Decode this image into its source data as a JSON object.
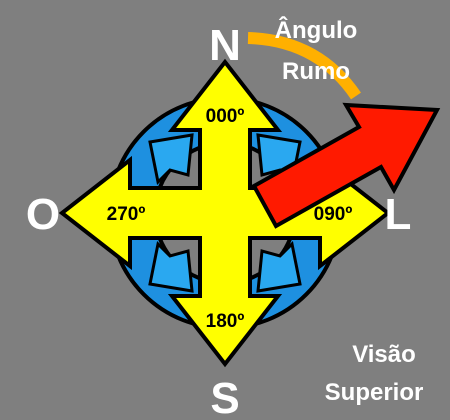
{
  "compass": {
    "north": "N",
    "south": "S",
    "west": "O",
    "east": "L",
    "deg_north": "000º",
    "deg_east": "090º",
    "deg_south": "180º",
    "deg_west": "270º"
  },
  "heading_angle": {
    "line1": "Ângulo",
    "line2": "Rumo"
  },
  "view_label": {
    "line1": "Visão",
    "line2": "Superior"
  },
  "colors": {
    "background": "#7f7f7f",
    "ring": "#1e90e0",
    "arrows": "#ffff00",
    "heading_arrow": "#ff1a00",
    "arc": "#ffb000",
    "outline": "#000000",
    "text_light": "#ffffff",
    "text_dark": "#000000"
  }
}
